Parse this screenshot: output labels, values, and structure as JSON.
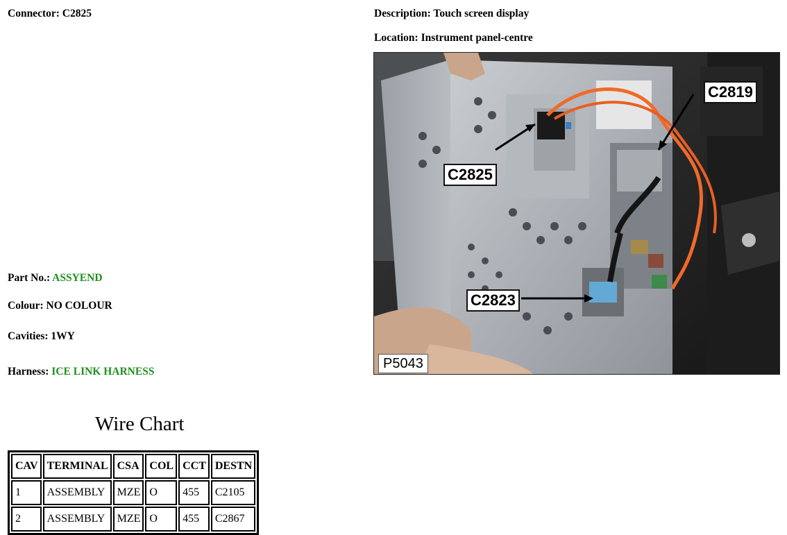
{
  "connector": {
    "label": "Connector:",
    "value": "C2825"
  },
  "description": {
    "label": "Description:",
    "value": "Touch screen display"
  },
  "location": {
    "label": "Location:",
    "value": "Instrument panel-centre"
  },
  "part_no": {
    "label": "Part No.:",
    "value": "ASSYEND"
  },
  "colour": {
    "label": "Colour:",
    "value": "NO COLOUR"
  },
  "cavities": {
    "label": "Cavities:",
    "value": "1WY"
  },
  "harness": {
    "label": "Harness:",
    "value": "ICE LINK HARNESS"
  },
  "wire_chart": {
    "title": "Wire Chart",
    "headers": [
      "CAV",
      "TERMINAL",
      "CSA",
      "COL",
      "CCT",
      "DESTN"
    ],
    "rows": [
      [
        "1",
        "ASSEMBLY",
        "MZE",
        "O",
        "455",
        "C2105"
      ],
      [
        "2",
        "ASSEMBLY",
        "MZE",
        "O",
        "455",
        "C2867"
      ]
    ]
  },
  "photo": {
    "callouts": [
      "C2819",
      "C2825",
      "C2823"
    ],
    "ref": "P5043"
  },
  "colors": {
    "green_value": "#1f8f1f"
  }
}
